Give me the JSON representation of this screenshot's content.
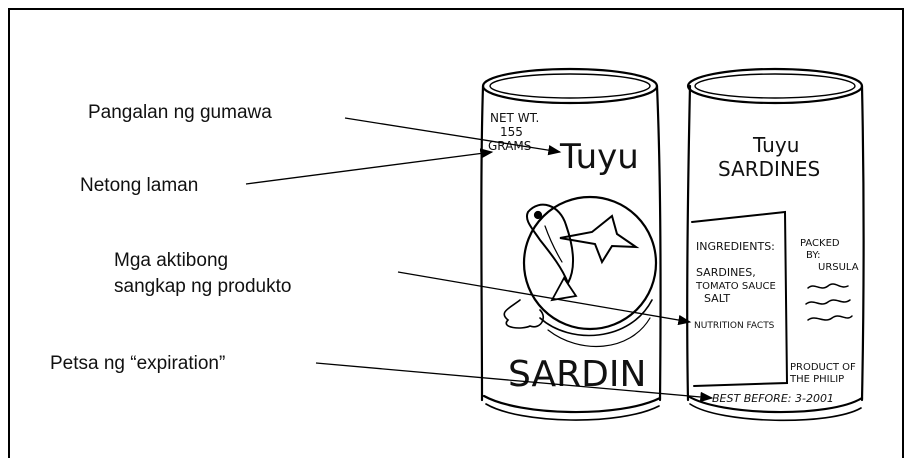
{
  "labels": {
    "manufacturer": "Pangalan ng gumawa",
    "net_content": "Netong laman",
    "ingredients_line1": "Mga aktibong",
    "ingredients_line2": "sangkap ng produkto",
    "expiration": "Petsa ng “expiration”"
  },
  "can_front": {
    "net_wt_1": "NET WT.",
    "net_wt_2": "155",
    "net_wt_3": "GRAMS",
    "brand": "Tuyu",
    "product": "SARDIN"
  },
  "can_back": {
    "brand": "Tuyu",
    "product": "SARDINES",
    "ingredients_heading": "INGREDIENTS:",
    "ingredient_1": "SARDINES,",
    "ingredient_2": "TOMATO SAUCE",
    "ingredient_3": "SALT",
    "nutrition": "NUTRITION FACTS",
    "packed_1": "PACKED",
    "packed_2": "BY:",
    "packed_3": "URSULA",
    "product_of_1": "PRODUCT OF",
    "product_of_2": "THE PHILIP",
    "best_before": "BEST BEFORE: 3-2001"
  }
}
